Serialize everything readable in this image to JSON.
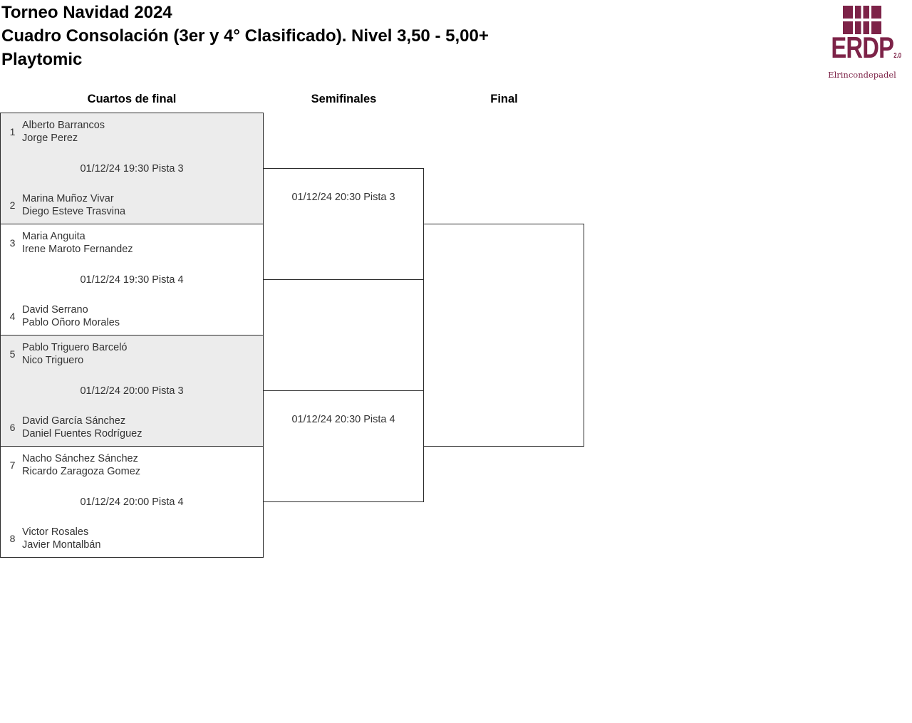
{
  "header": {
    "title_lines": [
      "Torneo Navidad 2024",
      "Cuadro Consolación (3er y 4° Clasificado). Nivel 3,50 - 5,00+",
      "Playtomic"
    ]
  },
  "logo": {
    "acronym": "ERDP",
    "version": "2.0",
    "name": "Elrincondepadel"
  },
  "colors": {
    "brand": "#7d2348",
    "shade": "#ececec",
    "line": "#2b2b2b",
    "ink": "#333333"
  },
  "bracket": {
    "rounds": [
      {
        "label": "Cuartos de final"
      },
      {
        "label": "Semifinales"
      },
      {
        "label": "Final"
      }
    ],
    "quarterfinals": [
      {
        "top": {
          "seed": "1",
          "players": [
            "Alberto Barrancos",
            "Jorge Perez"
          ]
        },
        "datetime": "01/12/24 19:30 Pista 3",
        "bottom": {
          "seed": "2",
          "players": [
            "Marina Muñoz Vivar",
            "Diego Esteve Trasvina"
          ]
        }
      },
      {
        "top": {
          "seed": "3",
          "players": [
            "Maria Anguita",
            "Irene Maroto Fernandez"
          ]
        },
        "datetime": "01/12/24 19:30 Pista 4",
        "bottom": {
          "seed": "4",
          "players": [
            "David Serrano",
            "Pablo Oñoro Morales"
          ]
        }
      },
      {
        "top": {
          "seed": "5",
          "players": [
            "Pablo Triguero Barceló",
            "Nico Triguero"
          ]
        },
        "datetime": "01/12/24 20:00 Pista 3",
        "bottom": {
          "seed": "6",
          "players": [
            "David García Sánchez",
            "Daniel Fuentes Rodríguez"
          ]
        }
      },
      {
        "top": {
          "seed": "7",
          "players": [
            "Nacho Sánchez Sánchez",
            "Ricardo Zaragoza Gomez"
          ]
        },
        "datetime": "01/12/24 20:00 Pista 4",
        "bottom": {
          "seed": "8",
          "players": [
            "Victor Rosales",
            "Javier Montalbán"
          ]
        }
      }
    ],
    "semifinals": [
      {
        "datetime": "01/12/24 20:30 Pista 3"
      },
      {
        "datetime": "01/12/24 20:30 Pista 4"
      }
    ]
  }
}
